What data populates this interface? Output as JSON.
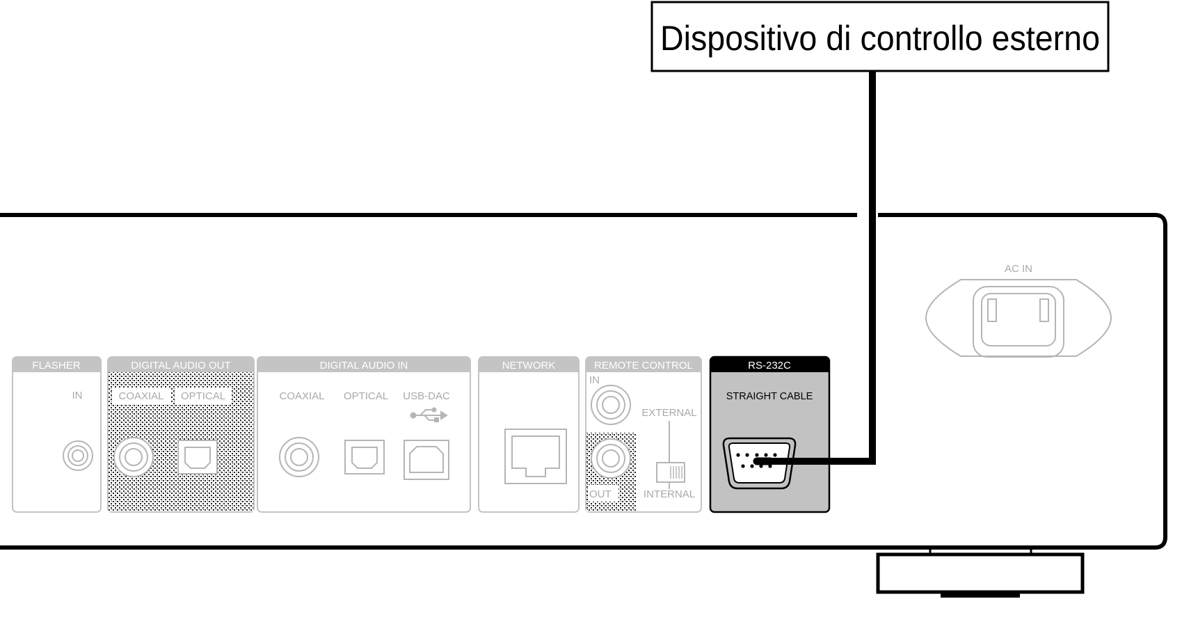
{
  "callout": {
    "label": "Dispositivo di controllo esterno"
  },
  "panel": {
    "flasher": {
      "title": "FLASHER",
      "in_label": "IN"
    },
    "digital_audio_out": {
      "title": "DIGITAL AUDIO OUT",
      "coaxial": "COAXIAL",
      "optical": "OPTICAL"
    },
    "digital_audio_in": {
      "title": "DIGITAL AUDIO IN",
      "coaxial": "COAXIAL",
      "optical": "OPTICAL",
      "usb_dac": "USB-DAC"
    },
    "network": {
      "title": "NETWORK"
    },
    "remote_control": {
      "title": "REMOTE CONTROL",
      "in_label": "IN",
      "out_label": "OUT",
      "external": "EXTERNAL",
      "internal": "INTERNAL"
    },
    "rs232c": {
      "title": "RS-232C",
      "cable": "STRAIGHT CABLE"
    },
    "ac_in": {
      "label": "AC IN"
    }
  },
  "colors": {
    "outline": "#000000",
    "muted_gray": "#b5b5b5",
    "header_gray": "#c4c4c4",
    "highlight_fill": "#c2c2c2"
  }
}
